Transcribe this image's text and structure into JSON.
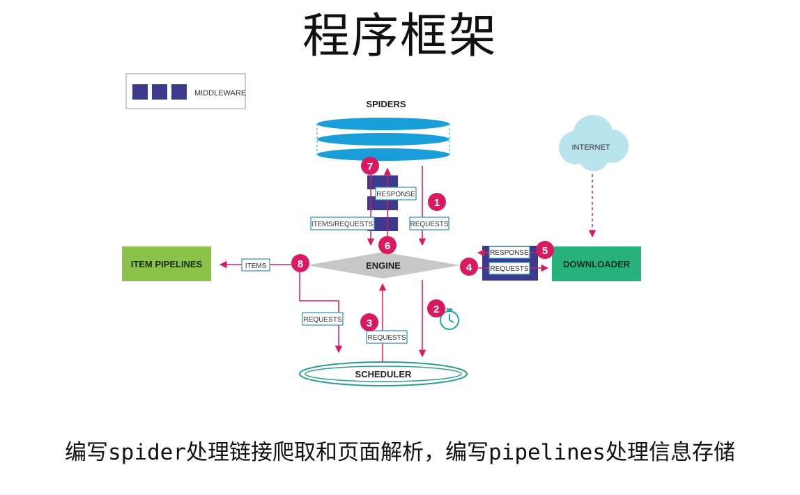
{
  "title": "程序框架",
  "caption": "编写spider处理链接爬取和页面解析，编写pipelines处理信息存储",
  "legend": {
    "label": "MIDDLEWARE"
  },
  "nodes": {
    "spiders": "SPIDERS",
    "internet": "INTERNET",
    "engine": "ENGINE",
    "item_pipelines": "ITEM PIPELINES",
    "downloader": "DOWNLOADER",
    "scheduler": "SCHEDULER"
  },
  "edge_labels": {
    "response_spider": "RESPONSE",
    "items_requests": "ITEMS/REQUESTS",
    "requests_spider": "REQUESTS",
    "items": "ITEMS",
    "response_downloader": "RESPONSE",
    "requests_downloader": "REQUESTS",
    "requests_to_scheduler": "REQUESTS",
    "requests_from_scheduler": "REQUESTS"
  },
  "steps": [
    "1",
    "2",
    "3",
    "4",
    "5",
    "6",
    "7",
    "8"
  ],
  "colors": {
    "accent": "#d81b60",
    "spider_blue": "#1a9ed9",
    "middleware": "#3b3a8c",
    "pipelines_green": "#8bc34a",
    "downloader_green": "#26b27a",
    "internet_cyan": "#b9e4ee",
    "engine_gray": "#c7c7c7",
    "label_border": "#2a8fb3"
  }
}
